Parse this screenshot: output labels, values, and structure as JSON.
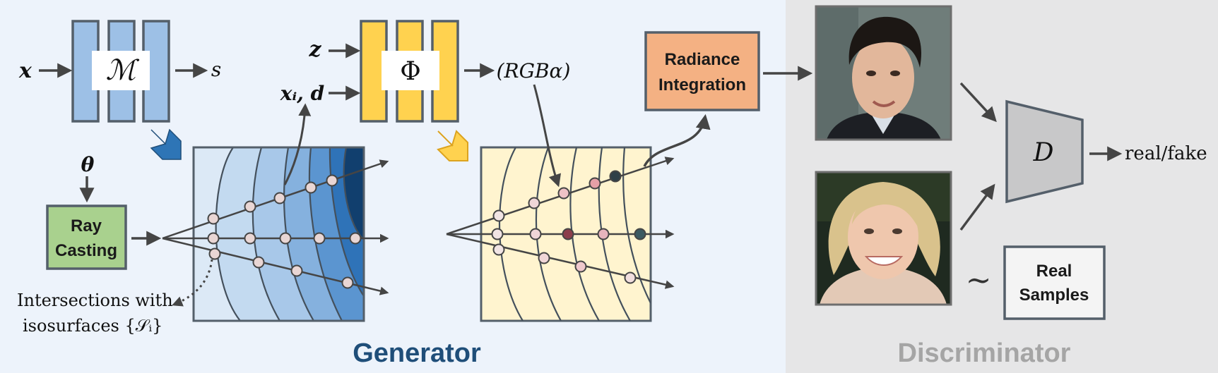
{
  "colors": {
    "generator_bg": "#edf3fb",
    "discriminator_bg": "#e6e6e7",
    "mapping_blue": "#9dc0e6",
    "phi_yellow": "#ffd24f",
    "ray_casting_green": "#a9d18e",
    "radiance_orange": "#f4b183",
    "box_stroke": "#545f6a",
    "generator_title": "#1f4e79",
    "discriminator_title": "#a5a5a5",
    "blue_arrow": "#2e75b6",
    "yellow_arrow": "#dca31f",
    "discriminator_trapezoid": "#c8c8c9",
    "radiance_swatch": "#f7f1d7"
  },
  "labels": {
    "x_in": "x",
    "mapping_symbol": "ℳ",
    "mapping_out": "s",
    "z_in": "z",
    "xi_d_in": "xᵢ, d",
    "phi_symbol": "Φ",
    "phi_out": "(RGBα)",
    "theta": "θ",
    "ray_casting_line1": "Ray",
    "ray_casting_line2": "Casting",
    "radiance_line1": "Radiance",
    "radiance_line2": "Integration",
    "intersections_line1": "Intersections with",
    "intersections_line2": "isosurfaces {𝒮ᵢ}",
    "discriminator_symbol": "D",
    "discriminator_out": "real/fake",
    "tilde": "∼",
    "real_samples_line1": "Real",
    "real_samples_line2": "Samples",
    "generator_title": "Generator",
    "discriminator_title": "Discriminator"
  },
  "icons": {
    "face_top": "generated-face-image",
    "face_bottom": "real-face-image"
  },
  "isosurface_shades": [
    "#dce9f6",
    "#c3daf0",
    "#a8c8e9",
    "#85b1de",
    "#5b95d0",
    "#2f73b8",
    "#113f6e"
  ],
  "radiance_point_fills": [
    "#f1e4e4",
    "#f0d6d8",
    "#efc2c6",
    "#e6a0a7",
    "#c9a0a6",
    "#8c3e4c",
    "#2f3f48"
  ]
}
